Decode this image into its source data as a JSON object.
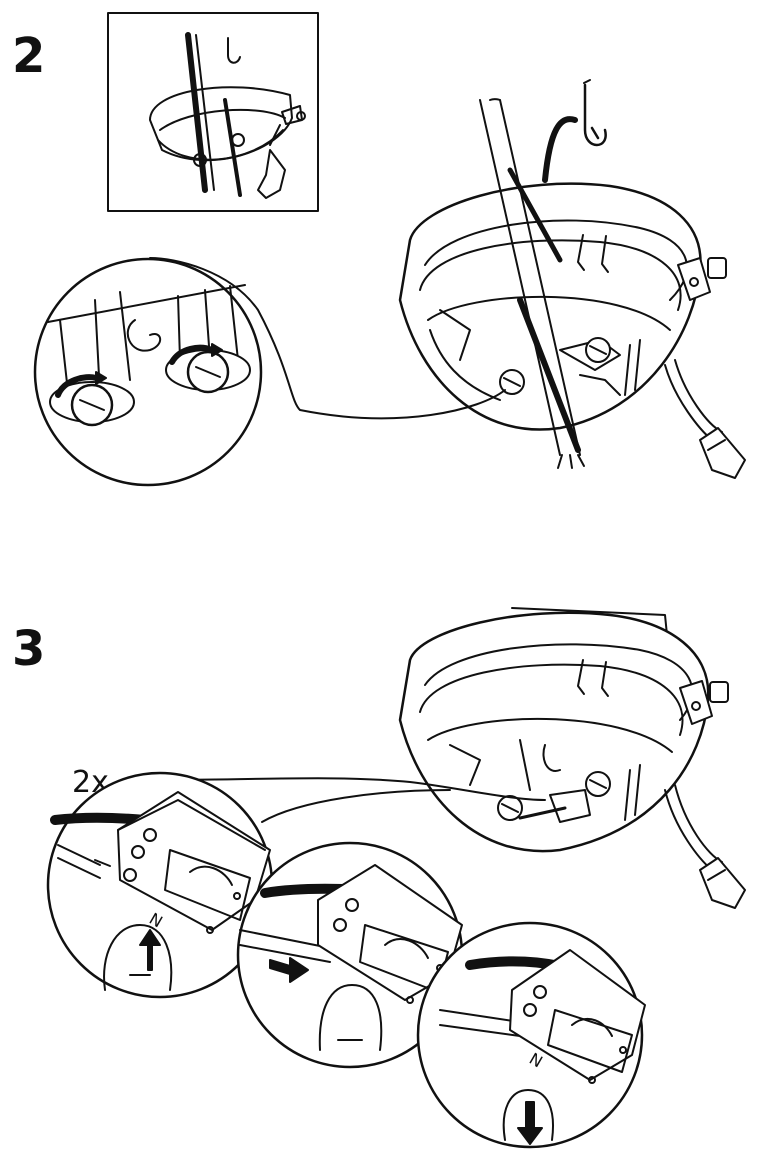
{
  "step_2": {
    "number": "2"
  },
  "step_3": {
    "number": "3",
    "quantity": "2x",
    "terminal_mark": "N"
  },
  "colors": {
    "line": "#111111",
    "paper": "#ffffff",
    "wire": "#111111"
  }
}
